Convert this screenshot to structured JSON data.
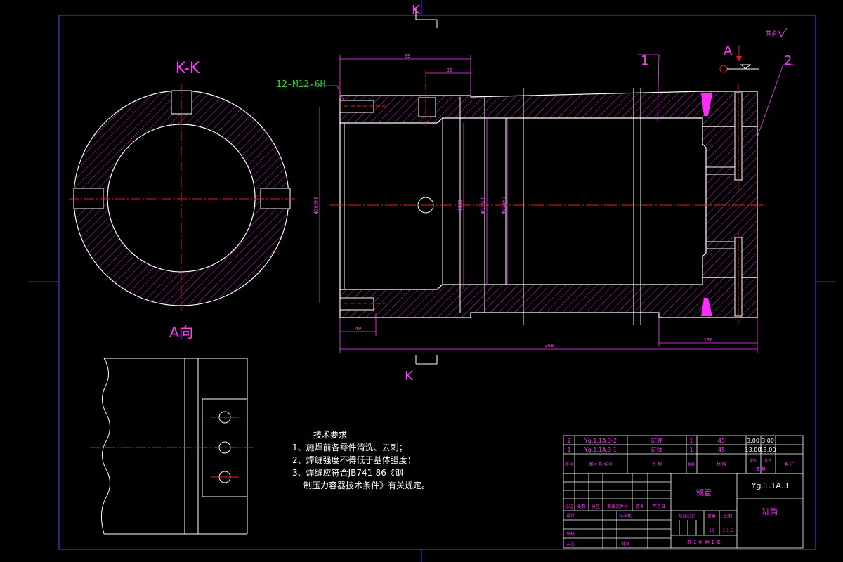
{
  "colors": {
    "background": "#000000",
    "frame": "#3a3aff",
    "outline": "#ffffff",
    "hatch": "#d02ad0",
    "centerline": "#e02020",
    "dimension": "#ff3bff",
    "callout_green": "#2bd42b",
    "weld": "#ff2bff",
    "table_text": "#ff3bff"
  },
  "section_labels": {
    "kk_title": "K-K",
    "a_view": "A向",
    "k_top": "K",
    "k_bottom": "K",
    "a_arrow": "A"
  },
  "callouts": {
    "thread": "12-M12-6H",
    "balloon_1": "1",
    "balloon_2": "2",
    "roughness_note": "其余"
  },
  "dimensions": {
    "top_99": "99",
    "top_35": "35",
    "left_40": "40",
    "overall_368": "368",
    "right_130": "130",
    "vert_outer": "Φ365H8",
    "vert_1": "Φ330",
    "vert_2": "Φ315H8",
    "vert_3": "Φ315H7"
  },
  "tech_requirements": {
    "title": "技术要求",
    "line1": "1、施焊前各零件清洗、去刺；",
    "line2": "2、焊缝强度不得低于基体强度；",
    "line3": "3、焊缝应符合JB741-86《钢",
    "line4": "制压力容器技术条件》有关规定。"
  },
  "parts_list": {
    "rows": [
      {
        "no": "2",
        "code": "Yg.1.1A.3-2",
        "name": "缸底",
        "qty": "1",
        "material": "45",
        "unit_w": "3.00",
        "total_w": "3.00"
      },
      {
        "no": "1",
        "code": "Yg.1.1A.3-1",
        "name": "缸体",
        "qty": "1",
        "material": "45",
        "unit_w": "13.00",
        "total_w": "13.00"
      }
    ],
    "header": {
      "no": "序号",
      "code": "图号 及 标号",
      "name": "名 称",
      "qty": "数量",
      "material": "材 料",
      "unit": "单件",
      "total": "总计",
      "weight": "重 量",
      "remark": "备 注"
    }
  },
  "title_block": {
    "material": "钢管",
    "drawing_no": "Yg.1.1A.3",
    "part_name": "缸筒",
    "rev_headers": [
      "标记",
      "处数",
      "分区",
      "更改文件号",
      "签名",
      "年月日"
    ],
    "roles": [
      "设计",
      "审核",
      "工艺"
    ],
    "standard": "标准化",
    "approve": "批准",
    "stage": "阶段标记",
    "weight": "重量",
    "scale": "比例",
    "weight_val": "16",
    "scale_val": "1:1.5",
    "sheets": "共 1 张 第 1 张"
  }
}
